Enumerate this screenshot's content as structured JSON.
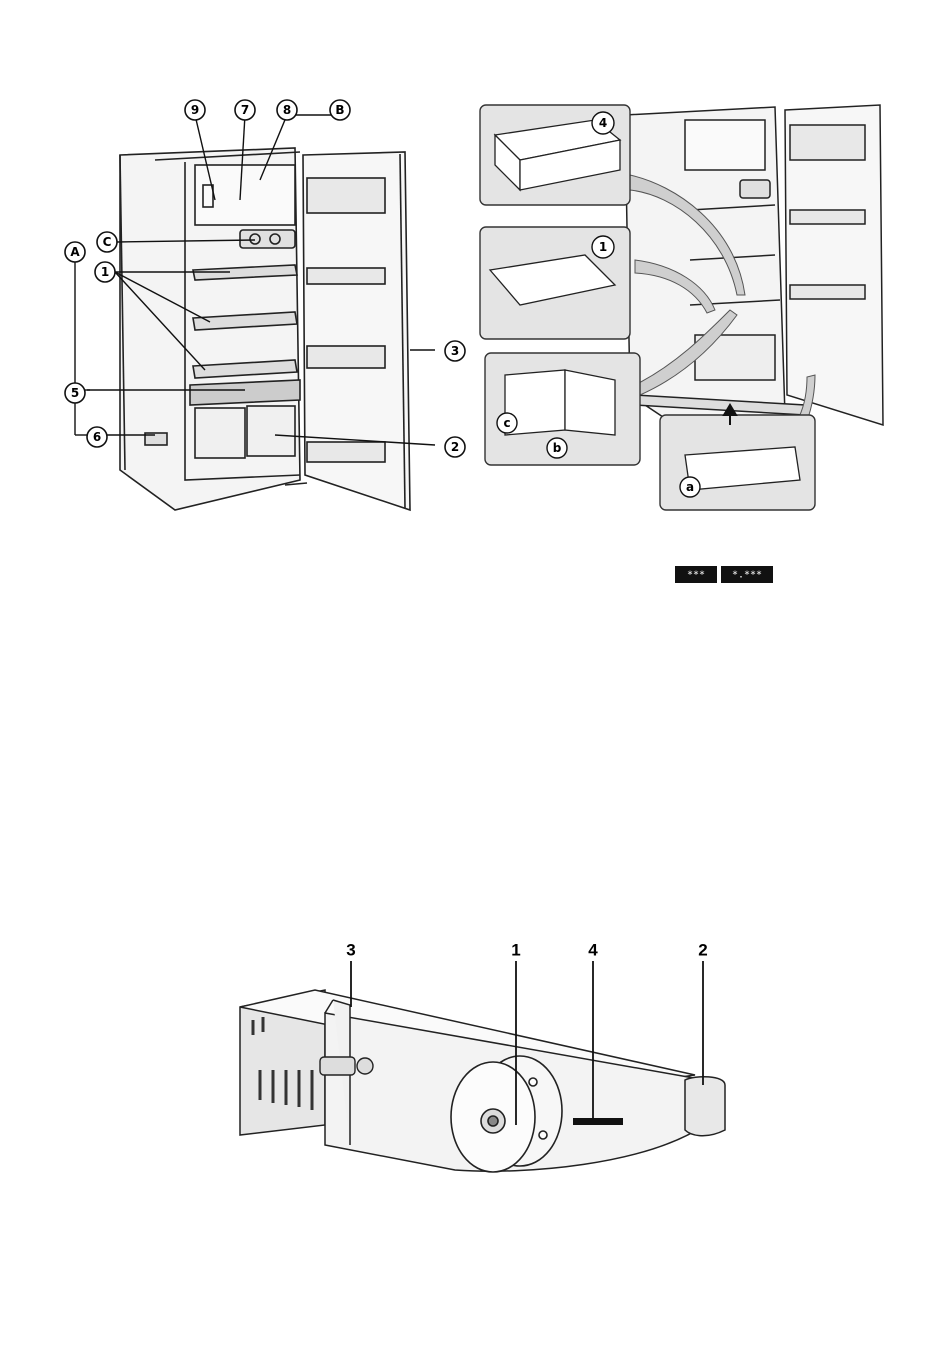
{
  "figure1": {
    "callouts": [
      "9",
      "7",
      "8",
      "B",
      "C",
      "A",
      "1",
      "5",
      "6",
      "3",
      "2"
    ]
  },
  "figure2": {
    "insets": [
      "4",
      "1",
      "c",
      "b",
      "a"
    ]
  },
  "star_rating": {
    "symbol_left": "***",
    "symbol_right": "*.***"
  },
  "figure3": {
    "labels": [
      "3",
      "1",
      "4",
      "2"
    ]
  }
}
